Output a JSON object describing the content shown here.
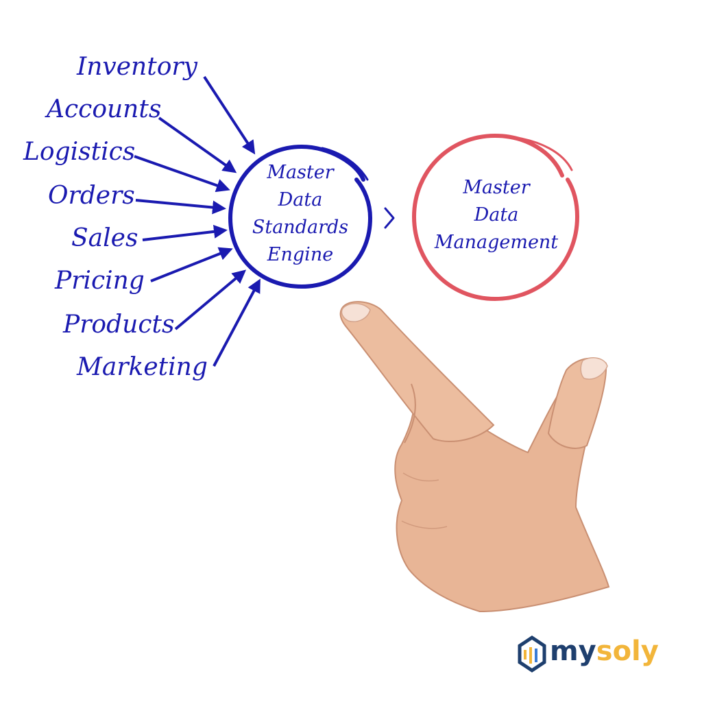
{
  "sources": [
    "Inventory",
    "Accounts",
    "Logistics",
    "Orders",
    "Sales",
    "Pricing",
    "Products",
    "Marketing"
  ],
  "engine": {
    "lines": [
      "Master",
      "Data",
      "Standards",
      "Engine"
    ]
  },
  "arrow_glyph": "›",
  "management": {
    "lines": [
      "Master",
      "Data",
      "Management"
    ]
  },
  "logo": {
    "part1": "my",
    "part2": "soly"
  },
  "colors": {
    "blue": "#1a1ab0",
    "red": "#e05560",
    "logo_navy": "#1e3f6e",
    "logo_yellow": "#f2b53a",
    "skin": "#e9b89a"
  }
}
